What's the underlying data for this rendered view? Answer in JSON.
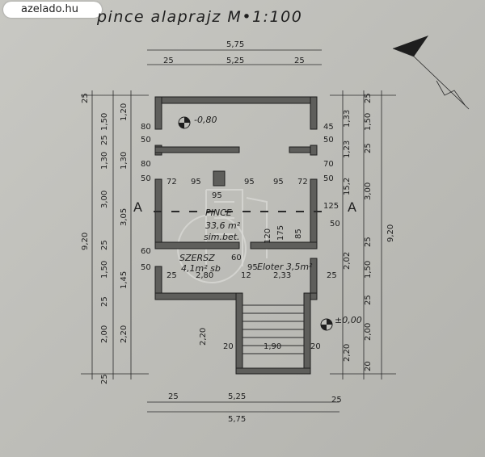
{
  "watermark_site": "azelado.hu",
  "title": "pince alaprajz M•1:100",
  "rooms": {
    "pince_name": "PINCE",
    "pince_area": "33,6 m²",
    "pince_floor": "sim.bet.",
    "szersz_name": "SZERSZ",
    "szersz_area": "4,1m² sb",
    "eloter": "Eloter 3,5m²"
  },
  "levels": {
    "top": "-0,80",
    "bottom": "±0,00"
  },
  "section_marks": {
    "left": "A",
    "right": "A"
  },
  "dims_top": {
    "total": "5,75",
    "wall_l": "25",
    "inner": "5,25",
    "wall_r": "25"
  },
  "dims_bottom": {
    "total": "5,75",
    "wall_l": "25",
    "inner": "5,25",
    "wall_r": "25"
  },
  "dims_left_outer": {
    "d1": "25",
    "d2": "1,50",
    "d3": "25",
    "d4": "1,30",
    "d5": "3,00",
    "d6": "25",
    "d7": "1,50",
    "d8": "25",
    "d9": "2,00",
    "d10": "25",
    "total": "9,20"
  },
  "dims_left_inner": {
    "d1": "1,20",
    "d2": "1,30",
    "d3": "3,05",
    "d4": "1,45",
    "d5": "2,20"
  },
  "dims_left_openings": {
    "o1": "80",
    "o2": "50",
    "o3": "80",
    "o4": "50",
    "o5": "60",
    "o6": "50"
  },
  "dims_right_inner": {
    "d1": "1,33",
    "d2": "1,23",
    "d3": "15,2",
    "d4": "2,02",
    "d5": "2,20"
  },
  "dims_right_outer": {
    "d1": "25",
    "d2": "1,50",
    "d3": "25",
    "d4": "3,00",
    "d5": "25",
    "d6": "1,50",
    "d7": "25",
    "d8": "2,00",
    "d9": "20",
    "total": "9,20"
  },
  "dims_right_openings": {
    "o1": "45",
    "o2": "50",
    "o3": "70",
    "o4": "50",
    "o5": "125",
    "o6": "50"
  },
  "interior": {
    "a": "72",
    "b": "95",
    "c": "95",
    "d": "95",
    "e": "72",
    "f": "95",
    "g": "120",
    "h": "175",
    "i": "85",
    "j": "60",
    "k": "25",
    "l": "2,80",
    "m": "12",
    "n": "2,33",
    "o": "25",
    "p": "2,20",
    "q": "20",
    "r": "1,90",
    "s": "20",
    "t": "95"
  }
}
